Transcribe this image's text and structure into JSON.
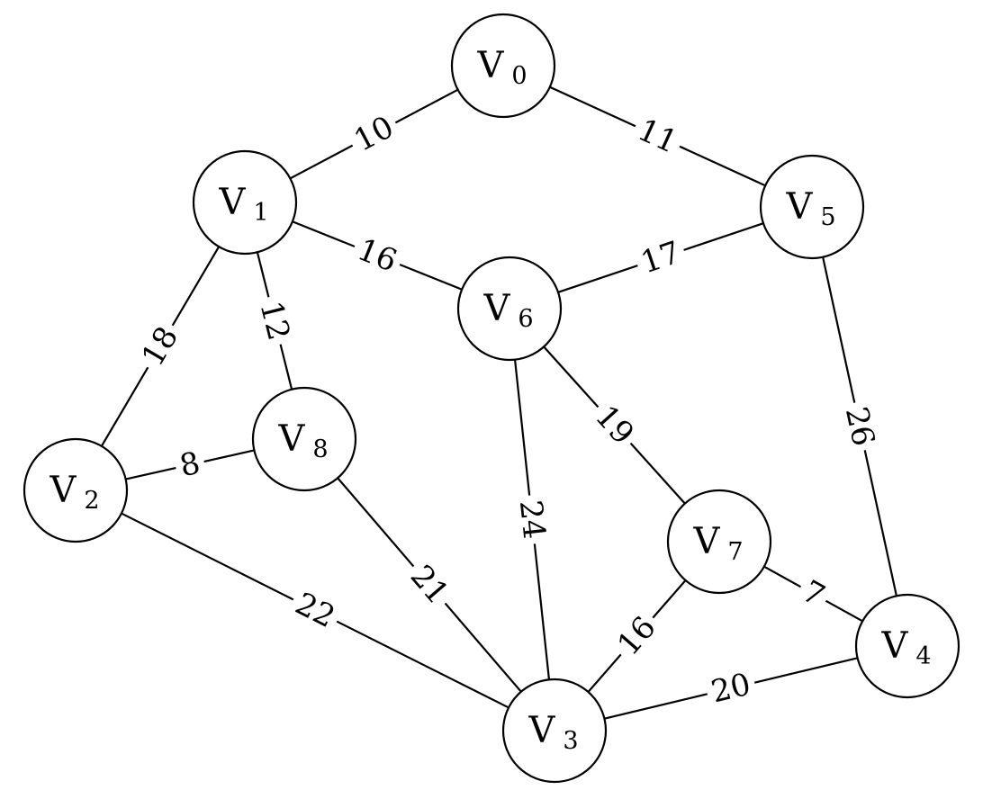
{
  "graph": {
    "nodes": [
      {
        "id": "v0",
        "letter": "V",
        "sub": "0"
      },
      {
        "id": "v1",
        "letter": "V",
        "sub": "1"
      },
      {
        "id": "v2",
        "letter": "V",
        "sub": "2"
      },
      {
        "id": "v3",
        "letter": "V",
        "sub": "3"
      },
      {
        "id": "v4",
        "letter": "V",
        "sub": "4"
      },
      {
        "id": "v5",
        "letter": "V",
        "sub": "5"
      },
      {
        "id": "v6",
        "letter": "V",
        "sub": "6"
      },
      {
        "id": "v7",
        "letter": "V",
        "sub": "7"
      },
      {
        "id": "v8",
        "letter": "V",
        "sub": "8"
      }
    ],
    "edges": [
      {
        "from": "v0",
        "to": "v1",
        "weight": "10"
      },
      {
        "from": "v0",
        "to": "v5",
        "weight": "11"
      },
      {
        "from": "v1",
        "to": "v6",
        "weight": "16"
      },
      {
        "from": "v5",
        "to": "v6",
        "weight": "17"
      },
      {
        "from": "v1",
        "to": "v2",
        "weight": "18"
      },
      {
        "from": "v1",
        "to": "v8",
        "weight": "12"
      },
      {
        "from": "v2",
        "to": "v8",
        "weight": "8"
      },
      {
        "from": "v2",
        "to": "v3",
        "weight": "22"
      },
      {
        "from": "v8",
        "to": "v3",
        "weight": "21"
      },
      {
        "from": "v6",
        "to": "v3",
        "weight": "24"
      },
      {
        "from": "v6",
        "to": "v7",
        "weight": "19"
      },
      {
        "from": "v5",
        "to": "v4",
        "weight": "26"
      },
      {
        "from": "v7",
        "to": "v3",
        "weight": "16"
      },
      {
        "from": "v7",
        "to": "v4",
        "weight": "7"
      },
      {
        "from": "v3",
        "to": "v4",
        "weight": "20"
      }
    ]
  }
}
